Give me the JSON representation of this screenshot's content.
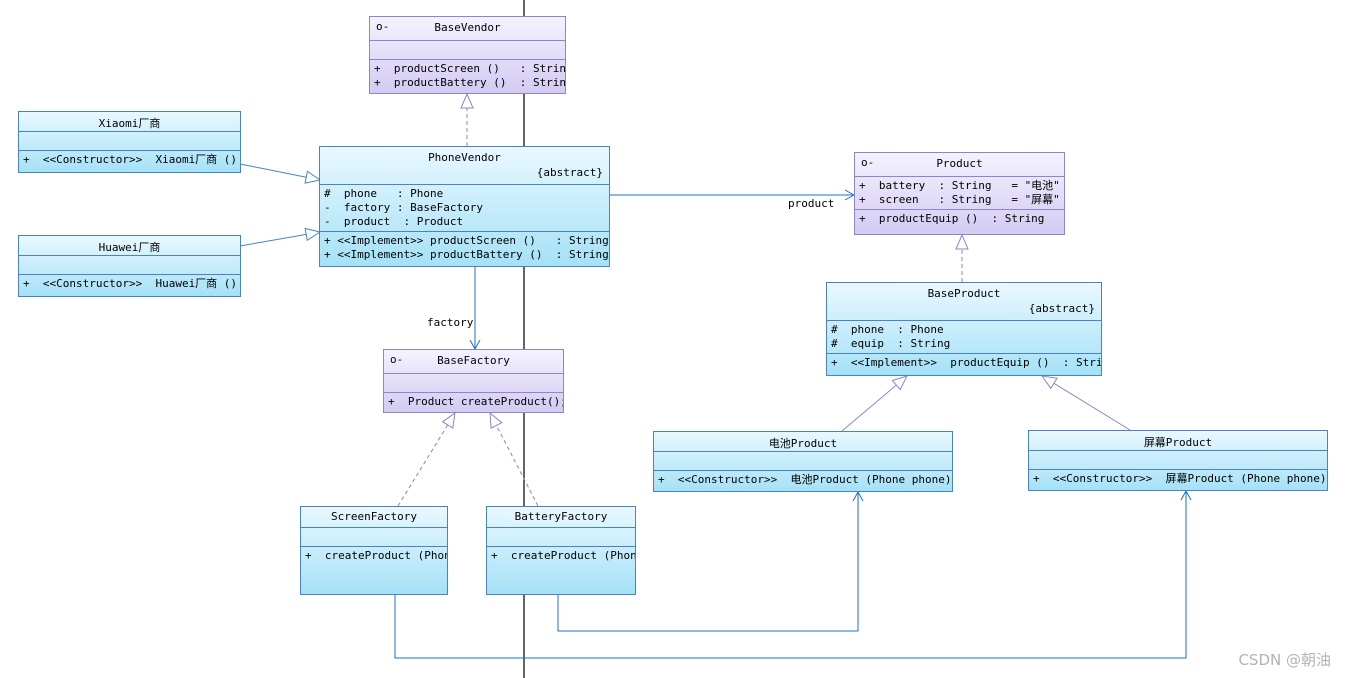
{
  "classes": {
    "base_vendor": {
      "name": "BaseVendor",
      "icon": "o-",
      "operations": [
        "+  productScreen ()   : String",
        "+  productBattery ()  : String"
      ]
    },
    "phone_vendor": {
      "name": "PhoneVendor",
      "stereotype": "{abstract}",
      "attributes": [
        "#  phone   : Phone",
        "-  factory : BaseFactory",
        "-  product  : Product"
      ],
      "operations": [
        "+ <<Implement>> productScreen ()   : String",
        "+ <<Implement>> productBattery ()  : String"
      ]
    },
    "xiaomi": {
      "name": "Xiaomi厂商",
      "operations": [
        "+  <<Constructor>>  Xiaomi厂商 ()"
      ]
    },
    "huawei": {
      "name": "Huawei厂商",
      "operations": [
        "+  <<Constructor>>  Huawei厂商 ()"
      ]
    },
    "base_factory": {
      "name": "BaseFactory",
      "icon": "o-",
      "operations": [
        "+  Product createProduct();"
      ]
    },
    "screen_factory": {
      "name": "ScreenFactory",
      "operations": [
        "+  createProduct (Phone"
      ]
    },
    "battery_factory": {
      "name": "BatteryFactory",
      "operations": [
        "+  createProduct (Phone"
      ]
    },
    "product": {
      "name": "Product",
      "icon": "o-",
      "attributes": [
        "+  battery  : String   = \"电池\"",
        "+  screen   : String   = \"屏幕\""
      ],
      "operations": [
        "+  productEquip ()  : String"
      ]
    },
    "base_product": {
      "name": "BaseProduct",
      "stereotype": "{abstract}",
      "attributes": [
        "#  phone  : Phone",
        "#  equip  : String"
      ],
      "operations": [
        "+  <<Implement>>  productEquip ()  : String"
      ]
    },
    "battery_product": {
      "name": "电池Product",
      "operations": [
        "+  <<Constructor>>  电池Product (Phone phone)"
      ]
    },
    "screen_product": {
      "name": "屏幕Product",
      "operations": [
        "+  <<Constructor>>  屏幕Product (Phone phone)"
      ]
    }
  },
  "labels": {
    "product": "product",
    "factory": "factory"
  },
  "watermark": "CSDN @朝油",
  "colors": {
    "class_fill": "#a5e1f7",
    "interface_fill": "#d3cbf2",
    "line": "#4a84c0",
    "interface_line": "#8e84c8"
  }
}
